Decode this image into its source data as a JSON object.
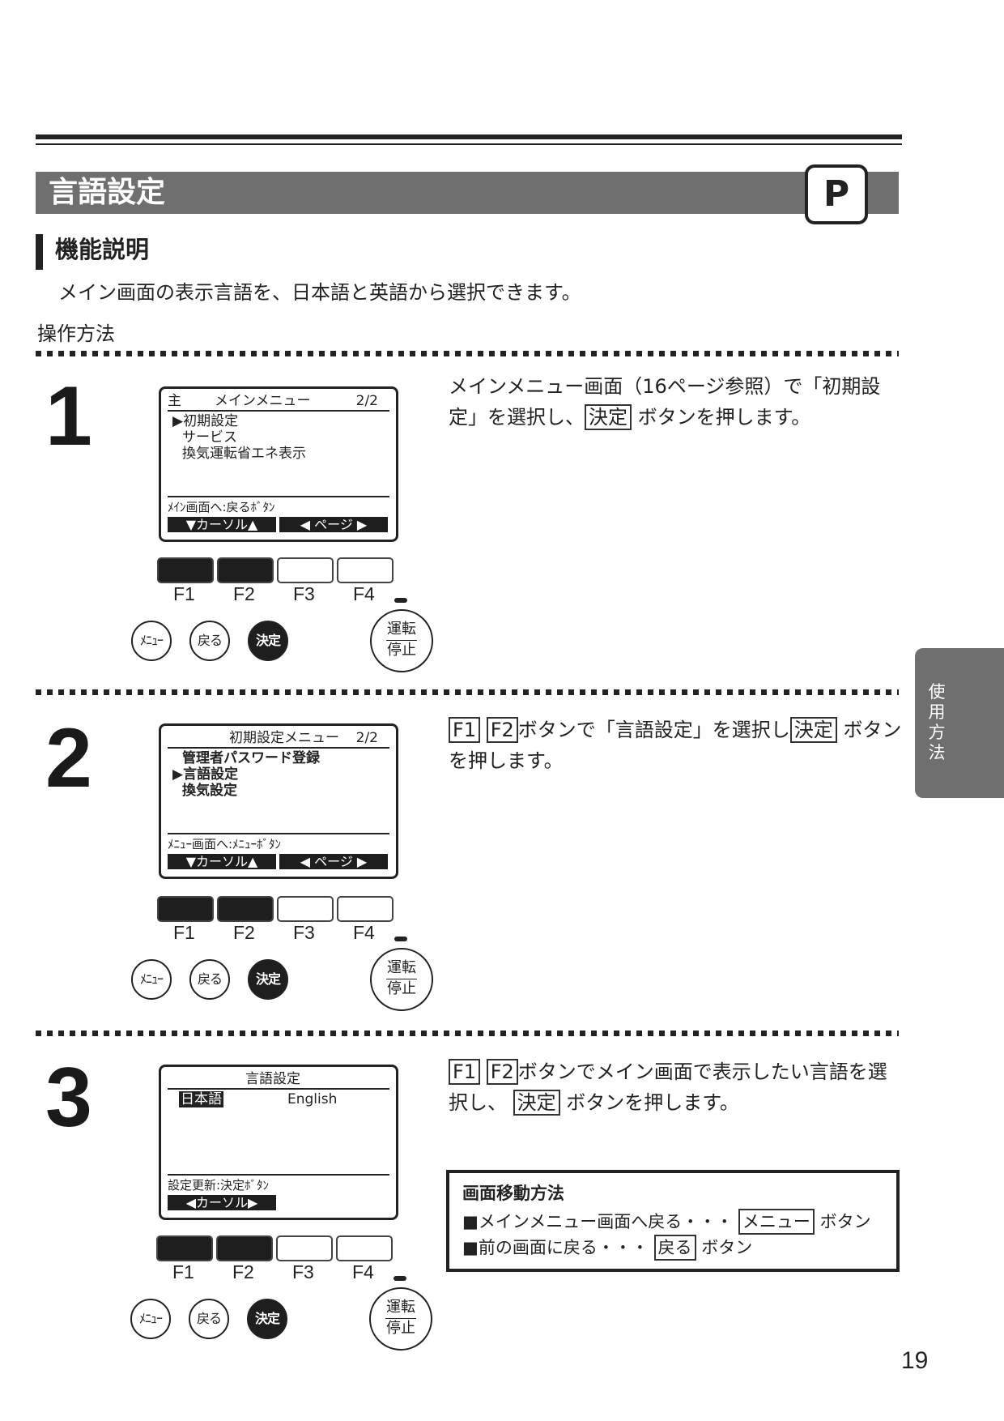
{
  "header": {
    "title": "言語設定",
    "badge": "P"
  },
  "section": {
    "title": "機能説明",
    "description": "メイン画面の表示言語を、日本語と英語から選択できます。",
    "operation_label": "操作方法"
  },
  "steps": [
    {
      "num": "1",
      "lcd": {
        "header_left": "主",
        "header_center": "メインメニュー",
        "header_right": "2/2",
        "lines": [
          "▶初期設定",
          "サービス",
          "換気運転省エネ表示"
        ],
        "footer": "ﾒｲﾝ画面へ:戻るﾎﾞﾀﾝ",
        "btn_left": "▼カーソル▲",
        "btn_right": "◀ ページ ▶"
      },
      "text_a": "メインメニュー画面（16ページ参照）で「初期設定」を選択し、",
      "key_a": "決定",
      "text_b": "ボタンを押します。"
    },
    {
      "num": "2",
      "lcd": {
        "header_center": "初期設定メニュー",
        "header_right": "2/2",
        "lines": [
          "管理者パスワード登録",
          "▶言語設定",
          "換気設定"
        ],
        "footer": "ﾒﾆｭｰ画面へ:ﾒﾆｭｰﾎﾞﾀﾝ",
        "btn_left": "▼カーソル▲",
        "btn_right": "◀ ページ ▶"
      },
      "key_f1": "F1",
      "key_f2": "F2",
      "text_a": "ボタンで「言語設定」を選択し",
      "key_a": "決定",
      "text_b": "ボタンを押します。"
    },
    {
      "num": "3",
      "lcd": {
        "header_center": "言語設定",
        "lang_jp": "日本語",
        "lang_en": "English",
        "footer": "設定更新:決定ﾎﾞﾀﾝ",
        "btn_left": "◀カーソル▶"
      },
      "key_f1": "F1",
      "key_f2": "F2",
      "text_a": "ボタンでメイン画面で表示したい言語を選択し、",
      "key_a": "決定",
      "text_b": "ボタンを押します。"
    }
  ],
  "remote": {
    "fkeys": [
      "F1",
      "F2",
      "F3",
      "F4"
    ],
    "menu_btn": "ﾒﾆｭｰ",
    "back_btn": "戻る",
    "enter_btn": "決定",
    "run_top": "運転",
    "run_bottom": "停止"
  },
  "nav_box": {
    "title": "画面移動方法",
    "line1_text": "■メインメニュー画面へ戻る・・・",
    "line1_key": "メニュー",
    "line1_suffix": "ボタン",
    "line2_text": "■前の画面に戻る・・・",
    "line2_key": "戻る",
    "line2_suffix": "ボタン"
  },
  "side_tab": "使用方法",
  "page_number": "19"
}
